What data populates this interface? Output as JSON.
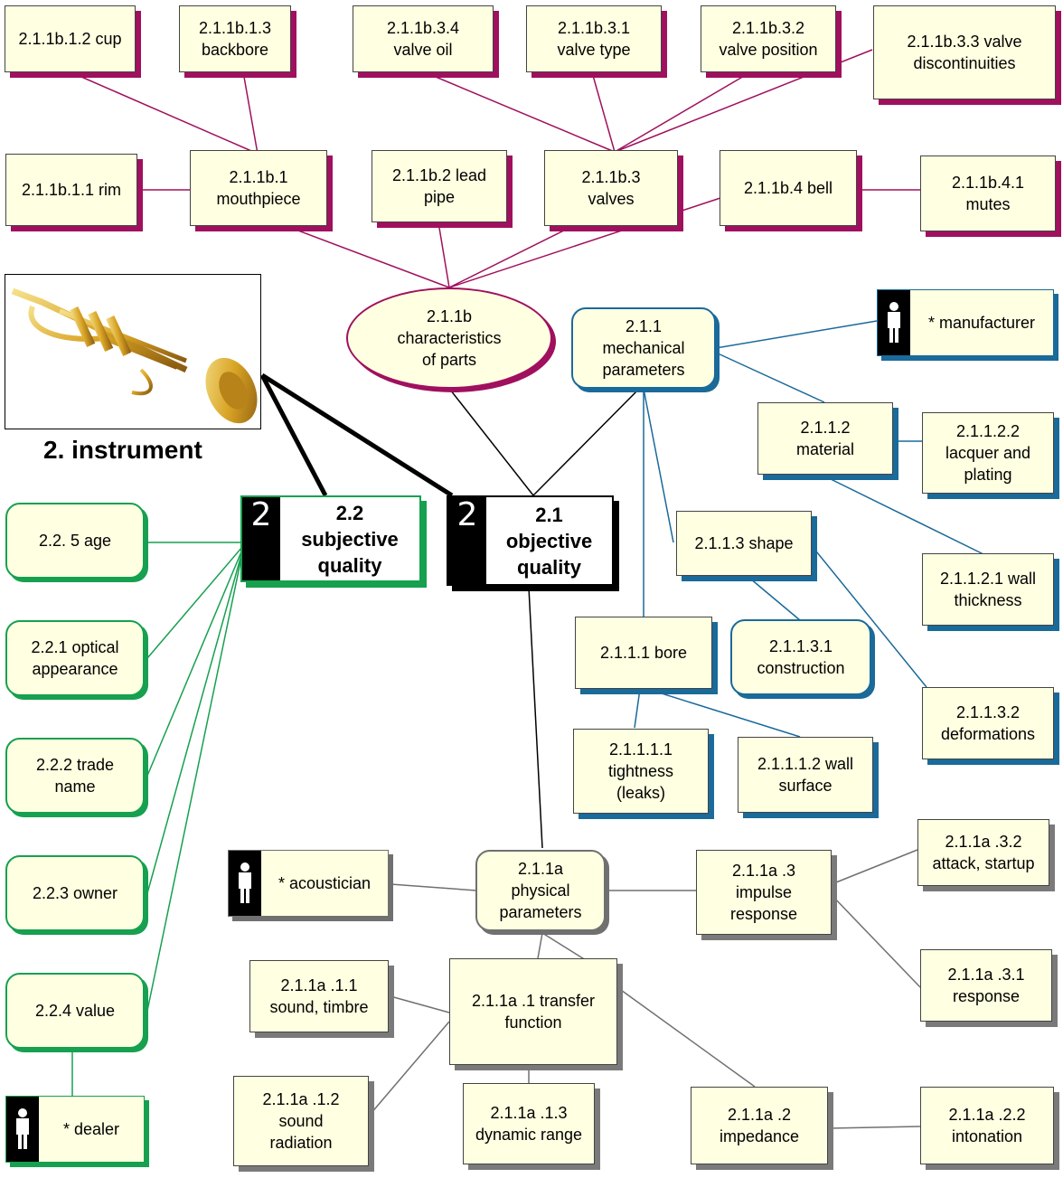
{
  "title": "2. instrument",
  "colors": {
    "maroon": "#a0105e",
    "blue": "#1a6a9a",
    "green": "#16a050",
    "gray": "#707070",
    "note_fill": "#ffffe1"
  },
  "main": {
    "objective": {
      "number": "2",
      "label": "2.1\nobjective\nquality"
    },
    "subjective": {
      "number": "2",
      "label": "2.2\nsubjective\nquality"
    }
  },
  "parts": {
    "root": "2.1.1b\ncharacteristics\nof parts",
    "cup": "2.1.1b.1.2 cup",
    "backbore": "2.1.1b.1.3\nbackbore",
    "valve_oil": "2.1.1b.3.4\nvalve oil",
    "valve_type": "2.1.1b.3.1\nvalve type",
    "valve_position": "2.1.1b.3.2\nvalve position",
    "valve_discontinuities": "2.1.1b.3.3 valve\ndiscontinuities",
    "rim": "2.1.1b.1.1 rim",
    "mouthpiece": "2.1.1b.1\nmouthpiece",
    "lead_pipe": "2.1.1b.2 lead\npipe",
    "valves": "2.1.1b.3\nvalves",
    "bell": "2.1.1b.4  bell",
    "mutes": "2.1.1b.4.1\nmutes"
  },
  "mechanical": {
    "root": "2.1.1\nmechanical\nparameters",
    "manufacturer": "* manufacturer",
    "material": "2.1.1.2\nmaterial",
    "lacquer": "2.1.1.2.2\nlacquer and\nplating",
    "shape": "2.1.1.3 shape",
    "wall_thickness": "2.1.1.2.1 wall\nthickness",
    "construction": "2.1.1.3.1\nconstruction",
    "bore": "2.1.1.1 bore",
    "deformations": "2.1.1.3.2\ndeformations",
    "tightness": "2.1.1.1.1\ntightness\n(leaks)",
    "wall_surface": "2.1.1.1.2 wall\nsurface"
  },
  "subjective_items": {
    "age": "2.2. 5 age",
    "optical": "2.2.1 optical\nappearance",
    "trade_name": "2.2.2 trade\nname",
    "owner": "2.2.3 owner",
    "value": "2.2.4 value",
    "dealer": "* dealer"
  },
  "physical": {
    "root": "2.1.1a\nphysical\nparameters",
    "acoustician": "* acoustician",
    "impulse": "2.1.1a .3\nimpulse\nresponse",
    "attack": "2.1.1a .3.2\nattack, startup",
    "response": "2.1.1a .3.1\nresponse",
    "sound_timbre": "2.1.1a .1.1\nsound, timbre",
    "transfer": "2.1.1a .1 transfer\nfunction",
    "sound_radiation": "2.1.1a .1.2\nsound\nradiation",
    "dynamic_range": "2.1.1a .1.3\ndynamic range",
    "impedance": "2.1.1a .2\nimpedance",
    "intonation": "2.1.1a .2.2\nintonation"
  }
}
